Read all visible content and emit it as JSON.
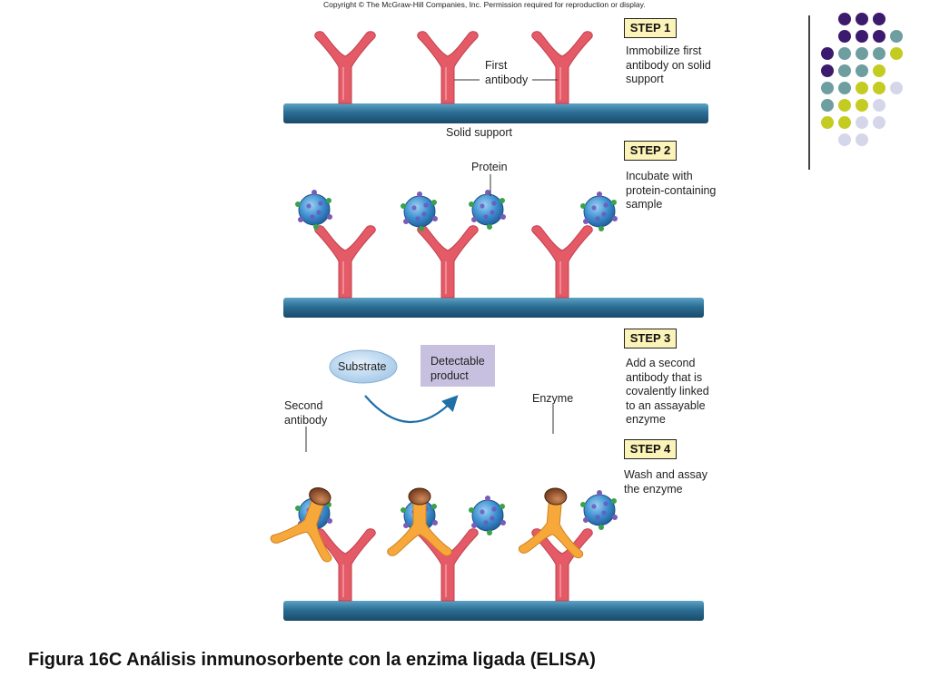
{
  "copyright": "Copyright © The McGraw-Hill Companies, Inc. Permission required for reproduction or display.",
  "steps": [
    {
      "label": "STEP 1",
      "description": "Immobilize first\nantibody on solid\nsupport"
    },
    {
      "label": "STEP 2",
      "description": "Incubate with\nprotein-containing\nsample"
    },
    {
      "label": "STEP 3",
      "description": "Add a second\nantibody that is\ncovalently linked\nto an assayable\nenzyme"
    },
    {
      "label": "STEP 4",
      "description": "Wash and assay\nthe enzyme"
    }
  ],
  "labels": {
    "first_antibody": "First\nantibody",
    "solid_support": "Solid support",
    "protein": "Protein",
    "substrate": "Substrate",
    "detectable_product": "Detectable\nproduct",
    "second_antibody": "Second\nantibody",
    "enzyme": "Enzyme"
  },
  "caption": "Figura 16C Análisis inmunosorbente con la enzima ligada (ELISA)",
  "colors": {
    "antibody": "#e45a66",
    "second_antibody": "#f6a93a",
    "support": "#2c6e94",
    "protein": "#3d8fd0",
    "enzyme": "#8a4a28",
    "substrate": "#b7d5ef",
    "product": "#c8c0df",
    "step_box": "#fbf3b8"
  },
  "decoration": {
    "dot_colors": [
      "purple",
      "teal",
      "lime",
      "lavender"
    ],
    "dot_rows": [
      [
        "purple",
        "purple",
        "purple"
      ],
      [
        "purple",
        "purple",
        "purple",
        "teal"
      ],
      [
        "purple",
        "teal",
        "teal",
        "teal",
        "lime"
      ],
      [
        "purple",
        "teal",
        "teal",
        "lime"
      ],
      [
        "teal",
        "teal",
        "lime",
        "lime",
        "lavender"
      ],
      [
        "teal",
        "lime",
        "lime",
        "lavender"
      ],
      [
        "lime",
        "lime",
        "lavender",
        "lavender"
      ],
      [
        "lavender",
        "lavender"
      ]
    ]
  }
}
